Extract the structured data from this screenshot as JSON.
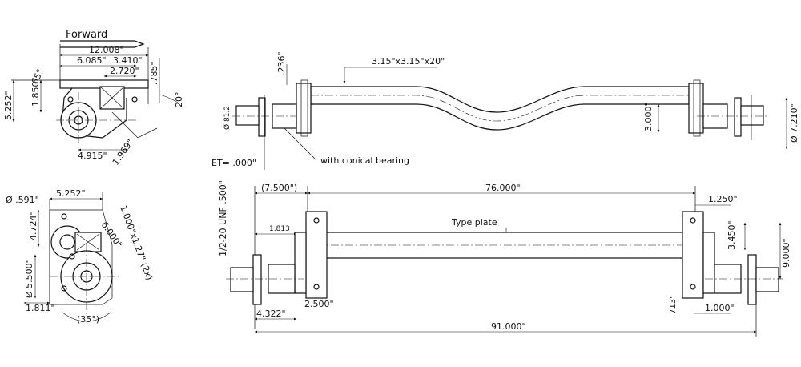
{
  "labels": {
    "forward": "Forward",
    "d_12008": "12.008\"",
    "d_6085": "6.085\"",
    "d_3410": "3.410\"",
    "d_2720": "2.720\"",
    "d_785": ".785\"",
    "d_65": "65°",
    "d_1850": "1.850\"",
    "d_5252v": "5.252\"",
    "d_20": "20°",
    "d_4915": "4.915\"",
    "d_1969": "1.969\"",
    "d_0591": "Ø .591\"",
    "d_5252h": "5.252\"",
    "d_4724": "4.724\"",
    "d_6000": "6.000\"",
    "d_1000": "1.000\"x1.27\" (2x)",
    "d_5500": "Ø 5.500\"",
    "d_1811": "1.811\"",
    "d_35": "(35°)",
    "d_236": ".236\"",
    "d_tube": "3.15\"x3.15\"x20\"",
    "d_3000": "3.000\"",
    "d_dia_left": "Ø 81.2",
    "d_7210": "Ø 7.210\"",
    "d_et": "ET= .000\"",
    "note_bearing": "with conical bearing",
    "d_thread": "1/2-20 UNF .500\"",
    "d_7500": "(7.500\")",
    "d_76000": "76.000\"",
    "d_1250": "1.250\"",
    "type_plate": "Type plate",
    "d_1813": "1.813",
    "d_3450": "3.450\"",
    "d_9000": "9.000\"",
    "d_2500": "2.500\"",
    "d_4322": "4.322\"",
    "d_713": "713\"",
    "d_1000b": "1.000\"",
    "d_91000": "91.000\""
  }
}
